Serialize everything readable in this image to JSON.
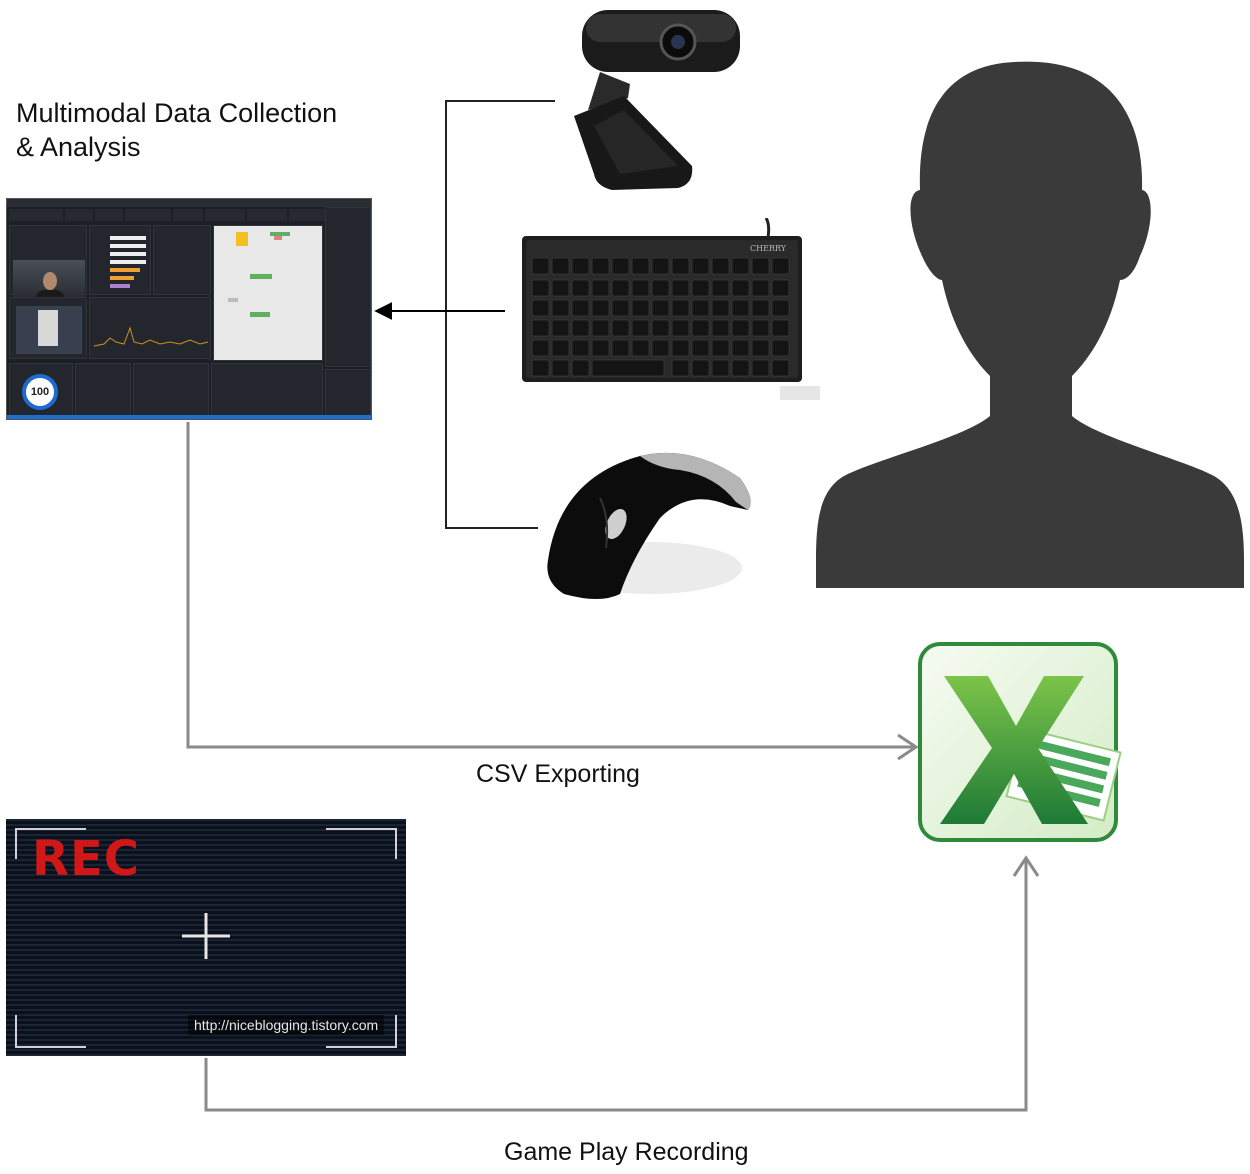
{
  "title": "Multimodal Data Collection\n& Analysis",
  "labels": {
    "csv": "CSV Exporting",
    "recording": "Game Play Recording"
  },
  "dashboard": {
    "gauge_value": "100"
  },
  "rec_screen": {
    "rec_label": "REC",
    "url": "http://niceblogging.tistory.com"
  },
  "keyboard": {
    "brand": "CHERRY"
  },
  "colors": {
    "line": "#8a8a8a",
    "silhouette": "#3a3a3a",
    "rec_red": "#d01818",
    "excel_green": "#1e7a36"
  },
  "icons": [
    "webcam-icon",
    "keyboard-icon",
    "mouse-icon",
    "person-silhouette-icon",
    "excel-icon"
  ]
}
